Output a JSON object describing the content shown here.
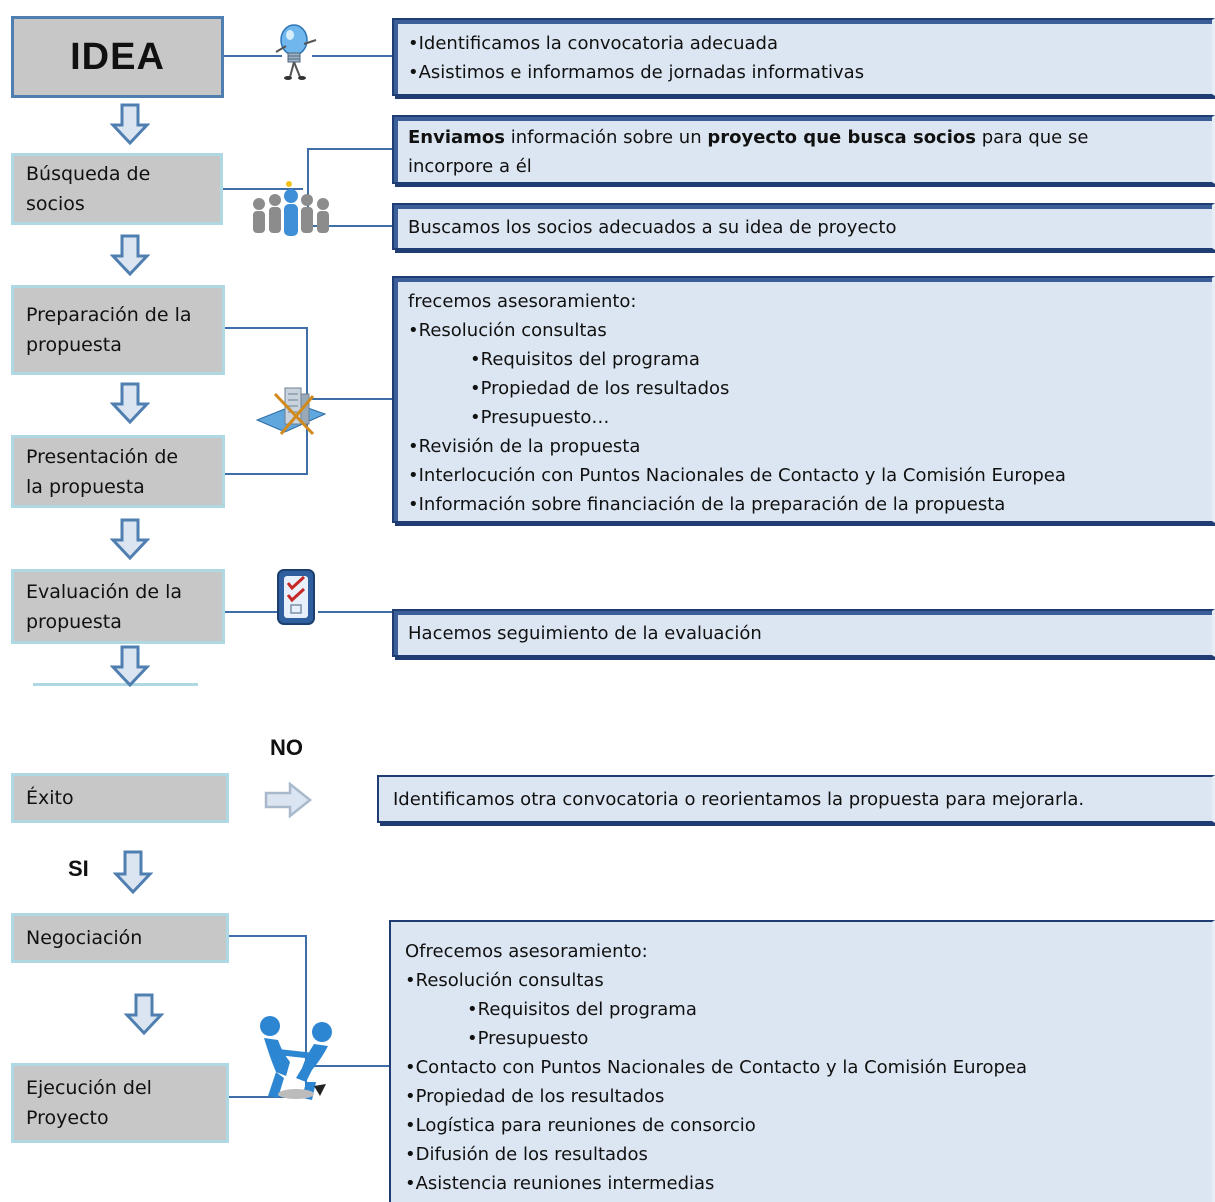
{
  "steps": {
    "idea": "IDEA",
    "busqueda": [
      "Búsqueda de",
      "socios"
    ],
    "preparacion": [
      "Preparación de la",
      "propuesta"
    ],
    "presentacion": [
      "Presentación de",
      "la propuesta"
    ],
    "evaluacion": [
      "Evaluación  de la",
      "propuesta"
    ],
    "exito": "Éxito",
    "negociacion": "Negociación",
    "ejecucion": [
      "Ejecución del",
      "Proyecto"
    ]
  },
  "labels": {
    "no": "NO",
    "si": "SI"
  },
  "notes": {
    "idea": [
      "•Identificamos la convocatoria adecuada",
      "•Asistimos e informamos de jornadas informativas"
    ],
    "socios_a": {
      "b1": "Enviamos",
      "t1": " información sobre un ",
      "b2": "proyecto que busca socios",
      "t2": " para que se",
      "line2": "incorpore a él"
    },
    "socios_b": "Buscamos los socios adecuados a su idea de proyecto",
    "propuesta": [
      "frecemos asesoramiento:",
      "•Resolución consultas",
      "•Requisitos del programa",
      "•Propiedad de los resultados",
      "•Presupuesto…",
      "•Revisión de la propuesta",
      "•Interlocución con Puntos Nacionales de Contacto y la Comisión Europea",
      "•Información sobre financiación de la preparación de la propuesta"
    ],
    "evaluacion": "Hacemos seguimiento de la evaluación",
    "exito_no": "Identificamos otra convocatoria o reorientamos la propuesta para mejorarla.",
    "proyecto": [
      "Ofrecemos asesoramiento:",
      "•Resolución consultas",
      "•Requisitos del programa",
      "•Presupuesto",
      "•Contacto con Puntos Nacionales de Contacto y la Comisión Europea",
      "•Propiedad de los resultados",
      "•Logística para reuniones de consorcio",
      "•Difusión de los resultados",
      "•Asistencia reuniones intermedias"
    ]
  },
  "colors": {
    "step_fill": "#c7c7c7",
    "step_border": "#aed9e3",
    "idea_border": "#4f7fb0",
    "note_fill": "#dce6f2",
    "note_border": "#1f3d73",
    "connector": "#3f6fa8",
    "arrow_fill": "#dbe5f1",
    "arrow_stroke": "#4f7fb0"
  },
  "icons": [
    "lightbulb-icon",
    "people-group-icon",
    "building-plans-icon",
    "checklist-icon",
    "handshake-icon"
  ]
}
